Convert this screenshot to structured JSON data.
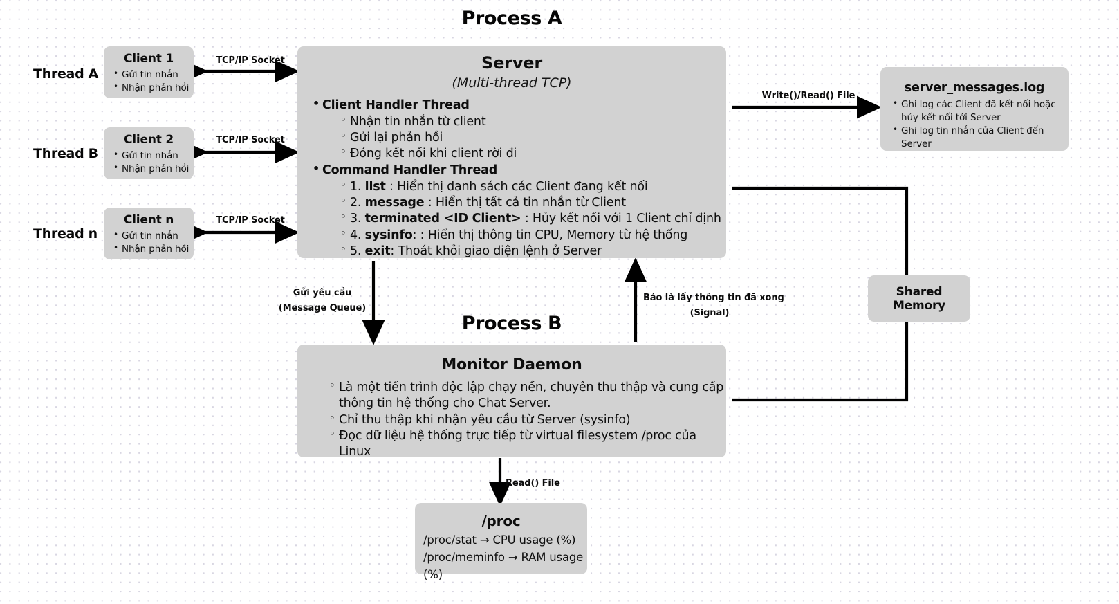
{
  "diagram": {
    "title_process_a": "Process A",
    "title_process_b": "Process B"
  },
  "threads": [
    {
      "label": "Thread A"
    },
    {
      "label": "Thread B"
    },
    {
      "label": "Thread n"
    }
  ],
  "clients": [
    {
      "title": "Client 1",
      "items": [
        "Gửi tin nhắn",
        "Nhận phản hồi"
      ],
      "link_label": "TCP/IP Socket"
    },
    {
      "title": "Client 2",
      "items": [
        "Gửi tin nhắn",
        "Nhận phản hồi"
      ],
      "link_label": "TCP/IP Socket"
    },
    {
      "title": "Client n",
      "items": [
        "Gửi tin nhắn",
        "Nhận phản hồi"
      ],
      "link_label": "TCP/IP Socket"
    }
  ],
  "server": {
    "title": "Server",
    "subtitle": "(Multi-thread TCP)",
    "groups": [
      {
        "heading": "Client Handler Thread",
        "items": [
          {
            "prefix": "",
            "bold": "",
            "rest": "Nhận tin nhắn từ client"
          },
          {
            "prefix": "",
            "bold": "",
            "rest": "Gửi lại phản hồi"
          },
          {
            "prefix": "",
            "bold": "",
            "rest": "Đóng kết nối khi client rời đi"
          }
        ]
      },
      {
        "heading": "Command Handler Thread",
        "items": [
          {
            "prefix": "1. ",
            "bold": "list",
            "rest": " : Hiển thị danh sách các Client đang kết nối"
          },
          {
            "prefix": "2. ",
            "bold": "message",
            "rest": " : Hiển thị tất cả tin nhắn từ Client"
          },
          {
            "prefix": "3. ",
            "bold": "terminated <ID Client>",
            "rest": " : Hủy kết nối với 1 Client chỉ định"
          },
          {
            "prefix": "4. ",
            "bold": "sysinfo",
            "rest": ": : Hiển thị thông tin CPU, Memory từ hệ thống"
          },
          {
            "prefix": "5. ",
            "bold": "exit",
            "rest": ": Thoát khỏi giao diện lệnh ở Server"
          }
        ]
      }
    ]
  },
  "log_file": {
    "title": "server_messages.log",
    "items": [
      "Ghi log các Client đã kết nối hoặc hủy kết nối tới Server",
      "Ghi log tin nhắn của Client đến Server"
    ],
    "link_label": "Write()/Read() File"
  },
  "shared_memory": {
    "title": "Shared Memory"
  },
  "monitor_daemon": {
    "title": "Monitor Daemon",
    "items": [
      "Là một tiến trình độc lập chạy nền, chuyên thu thập và cung cấp thông tin hệ thống cho Chat Server.",
      "Chỉ thu thập khi nhận yêu cầu từ Server (sysinfo)",
      "Đọc dữ liệu hệ thống trực tiếp từ virtual filesystem /proc của Linux"
    ]
  },
  "proc": {
    "title": "/proc",
    "lines": [
      "/proc/stat → CPU usage (%)",
      "/proc/meminfo → RAM usage (%)"
    ],
    "link_label": "Read() File"
  },
  "arrows": {
    "request_line1": "Gửi yêu cầu",
    "request_line2": "(Message Queue)",
    "signal_line1": "Báo là lấy thông tin đã xong",
    "signal_line2": "(Signal)"
  },
  "colors": {
    "box_fill": "#d2d2d2",
    "ink": "#0d0d0d",
    "page_bg": "#ffffff",
    "dot_grid": "#d8d6e2"
  }
}
